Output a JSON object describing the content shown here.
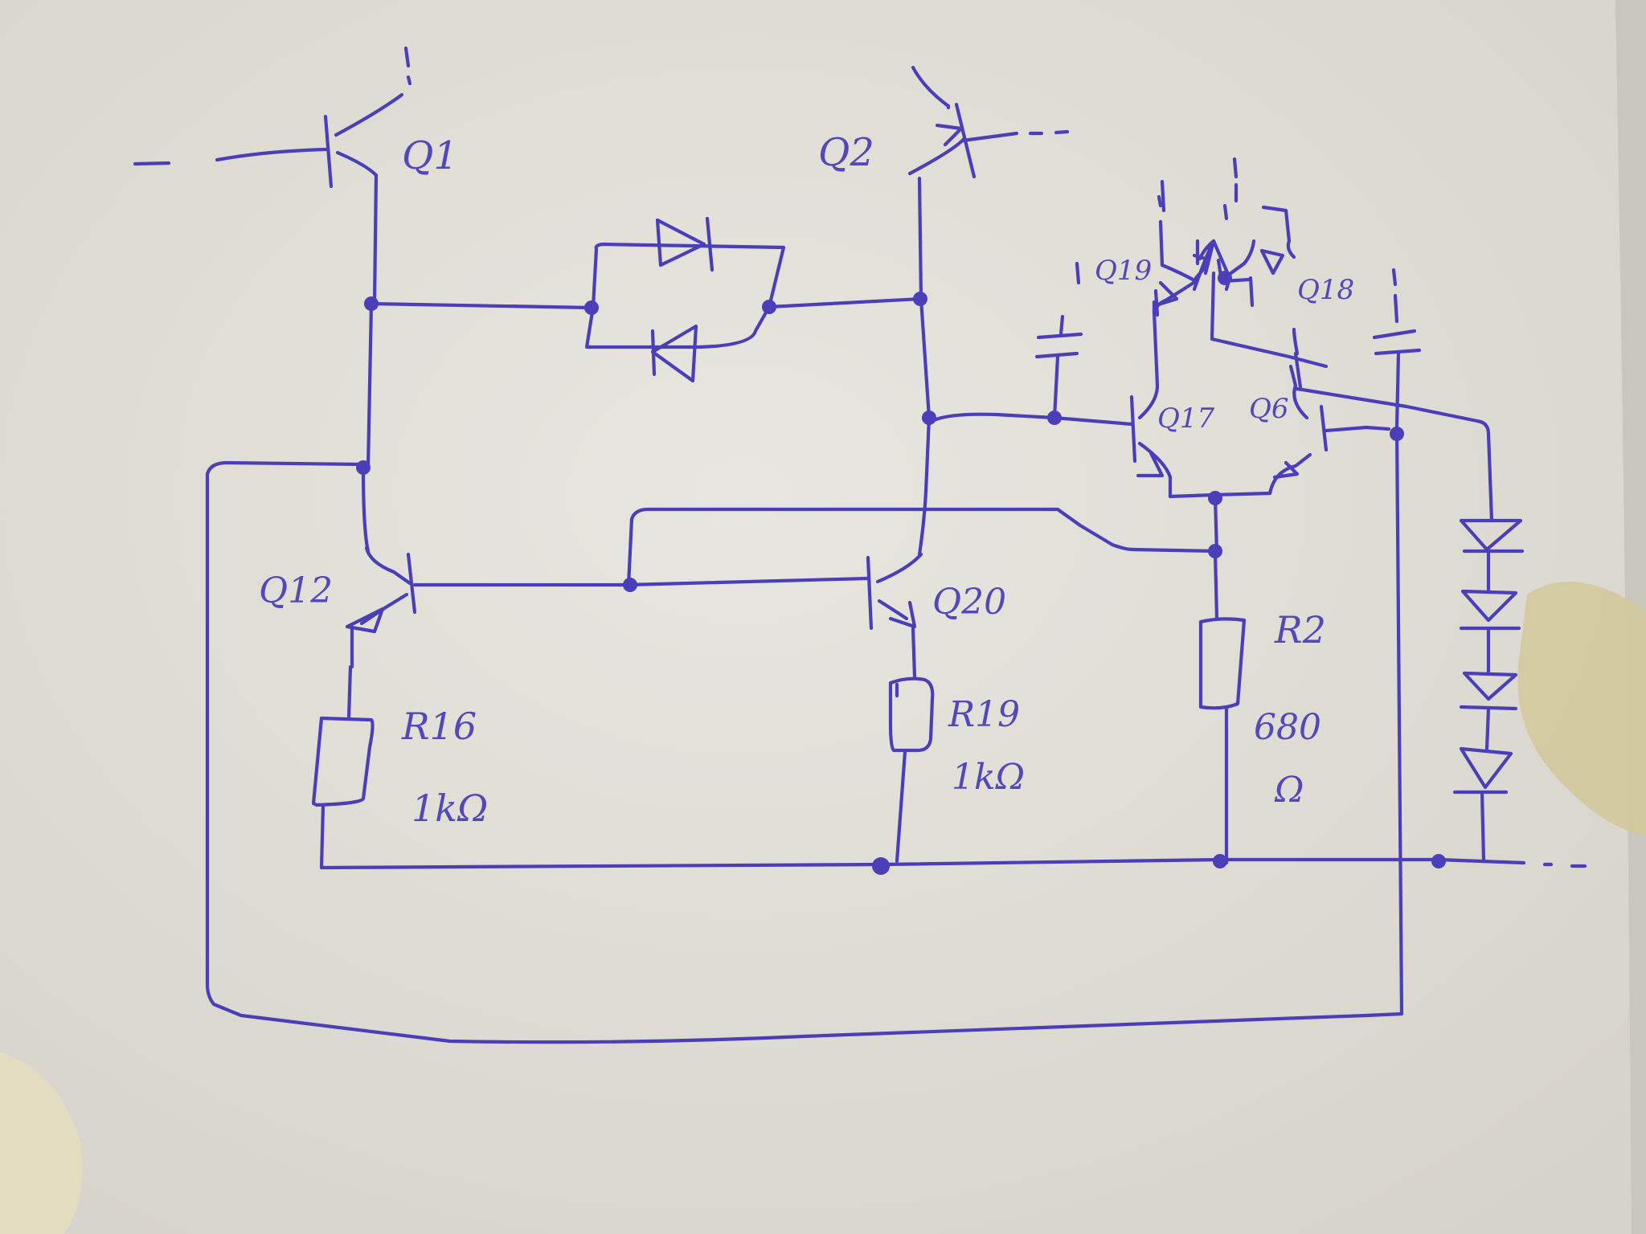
{
  "colors": {
    "ink": "#4a3fb8",
    "paper": "#e4e2dc",
    "paper_shadow": "#cfccc4",
    "tape": "#d8cfa4"
  },
  "labels": {
    "q1": "Q1",
    "q2": "Q2",
    "q19": "Q19",
    "q18": "Q18",
    "q17": "Q17",
    "q6": "Q6",
    "q12": "Q12",
    "q20": "Q20",
    "r16_name": "R16",
    "r16_value": "1kΩ",
    "r19_name": "R19",
    "r19_value": "1kΩ",
    "r2_name": "R2",
    "r2_value": "680",
    "r2_unit": "Ω"
  }
}
